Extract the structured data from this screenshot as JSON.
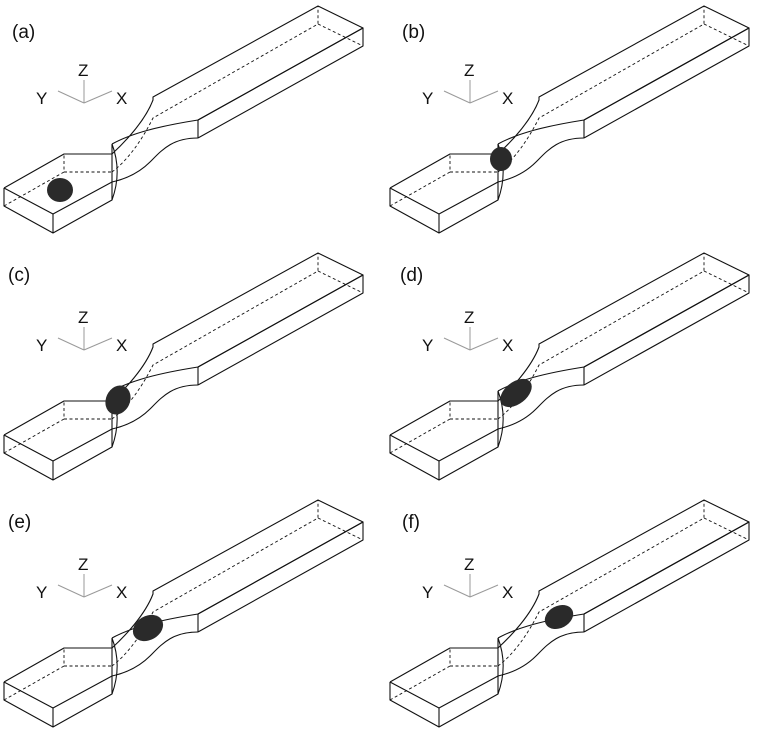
{
  "panels": [
    {
      "label": "(a)",
      "axes": {
        "x": "X",
        "y": "Y",
        "z": "Z"
      }
    },
    {
      "label": "(b)",
      "axes": {
        "x": "X",
        "y": "Y",
        "z": "Z"
      }
    },
    {
      "label": "(c)",
      "axes": {
        "x": "X",
        "y": "Y",
        "z": "Z"
      }
    },
    {
      "label": "(d)",
      "axes": {
        "x": "X",
        "y": "Y",
        "z": "Z"
      }
    },
    {
      "label": "(e)",
      "axes": {
        "x": "X",
        "y": "Y",
        "z": "Z"
      }
    },
    {
      "label": "(f)",
      "axes": {
        "x": "X",
        "y": "Y",
        "z": "Z"
      }
    }
  ],
  "colors": {
    "stroke": "#111111",
    "axis": "#9a9a9a",
    "cell": "#2a2a2a"
  }
}
